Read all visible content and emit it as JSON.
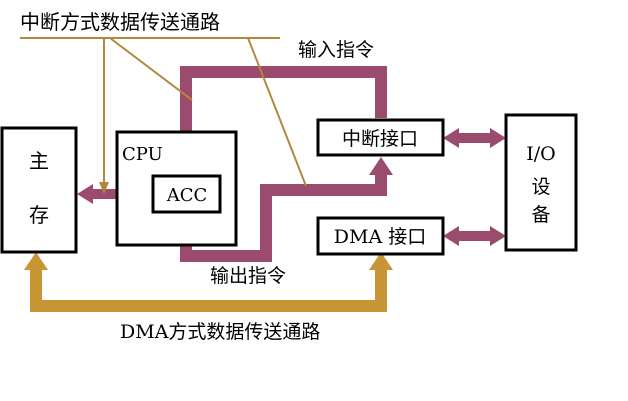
{
  "labels": {
    "interrupt_path": "中断方式数据传送通路",
    "input_instruction": "输入指令",
    "output_instruction": "输出指令",
    "dma_path": "DMA方式数据传送通路"
  },
  "boxes": {
    "main_memory": [
      "主",
      "存"
    ],
    "cpu": "CPU",
    "acc": "ACC",
    "interrupt_interface": "中断接口",
    "dma_interface": "DMA 接口",
    "io_device": [
      "I/O",
      "设",
      "备"
    ]
  },
  "colors": {
    "instruction_path": "#9b4b6e",
    "dma_path": "#c89535",
    "leader_line": "#b08a3c",
    "box_stroke": "#000000"
  }
}
